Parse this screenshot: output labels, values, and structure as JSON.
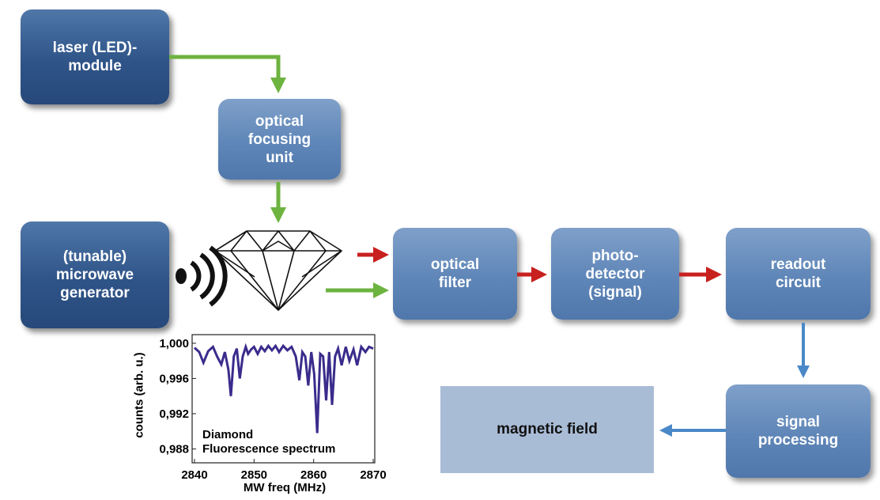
{
  "nodes": {
    "laser": "laser (LED)-\nmodule",
    "focus": "optical\nfocusing\nunit",
    "microwave": "(tunable)\nmicrowave\ngenerator",
    "filter": "optical\nfilter",
    "photodetector": "photo-\ndetector\n(signal)",
    "readout": "readout\ncircuit",
    "processing": "signal\nprocessing",
    "output": "magnetic field"
  },
  "colors": {
    "green_arrow": "#6db33f",
    "red_arrow": "#c8201f",
    "blue_arrow": "#4a89c8",
    "spectrum_line": "#3a2c8c",
    "box_dark": "#2f5488",
    "box_light": "#5f86b8",
    "output_box": "#a9bcd6"
  },
  "icons": [
    "microwave-waves-icon",
    "diamond-icon"
  ],
  "chart_data": {
    "type": "line",
    "title": "Diamond\nFluorescence spectrum",
    "xlabel": "MW freq (MHz)",
    "ylabel": "counts (arb. u.)",
    "xlim": [
      2840,
      2870
    ],
    "ylim": [
      0.9866,
      1.0008
    ],
    "xticks": [
      "2840",
      "2850",
      "2860",
      "2870"
    ],
    "yticks": [
      "1,000",
      "0,996",
      "0,992",
      "0,988"
    ],
    "series": [
      {
        "x": [
          2840,
          2840.8,
          2841.5,
          2842.3,
          2843.1,
          2843.8,
          2844.5,
          2845.1,
          2845.7,
          2846.1,
          2846.6,
          2847.1,
          2847.6,
          2848.1,
          2848.6,
          2849.0,
          2849.5,
          2850.0,
          2850.6,
          2851.2,
          2851.8,
          2852.4,
          2853.0,
          2853.6,
          2854.2,
          2854.9,
          2855.6,
          2856.3,
          2857.0,
          2857.6,
          2858.1,
          2858.6,
          2859.1,
          2859.6,
          2860.1,
          2860.6,
          2861.1,
          2861.6,
          2862.1,
          2862.6,
          2863.1,
          2863.6,
          2864.1,
          2864.7,
          2865.4,
          2866.0,
          2866.7,
          2867.3,
          2868.0,
          2868.7,
          2869.3,
          2870
        ],
        "y": [
          0.9995,
          0.999,
          0.9978,
          0.9991,
          0.9996,
          0.9985,
          0.9976,
          0.999,
          0.997,
          0.994,
          0.9985,
          0.9994,
          0.996,
          0.9985,
          0.9996,
          0.9988,
          0.9993,
          0.9996,
          0.9988,
          0.9996,
          0.9991,
          0.9997,
          0.9992,
          0.9997,
          0.999,
          0.9997,
          0.9992,
          0.9996,
          0.9985,
          0.9958,
          0.999,
          0.9985,
          0.9952,
          0.999,
          0.9965,
          0.9898,
          0.9988,
          0.9985,
          0.9935,
          0.999,
          0.993,
          0.9985,
          0.9994,
          0.9975,
          0.9996,
          0.998,
          0.9993,
          0.9975,
          0.9996,
          0.999,
          0.9996,
          0.9994
        ]
      }
    ]
  }
}
